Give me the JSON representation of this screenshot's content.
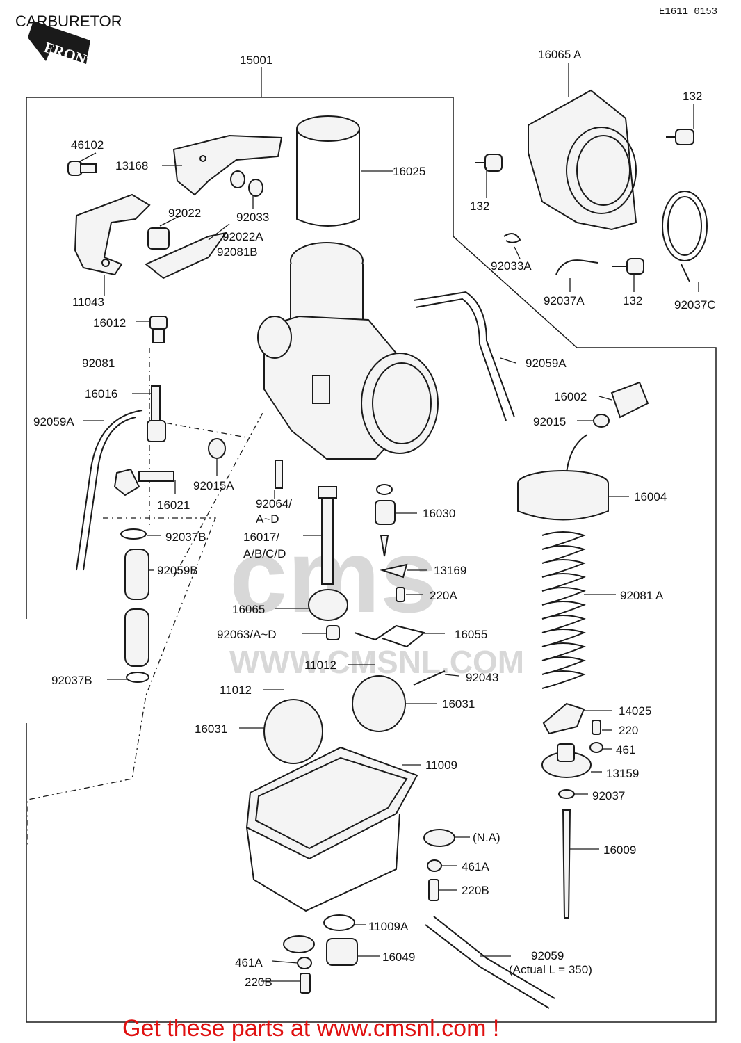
{
  "header": {
    "title": "CARBURETOR",
    "code": "E1611 0153",
    "front": "FRONT"
  },
  "watermark": {
    "brand": "cms",
    "url": "WWW.CMSNL.COM"
  },
  "footer": {
    "promo": "Get these parts at www.cmsnl.com !"
  },
  "labels": [
    {
      "id": "15001",
      "text": "15001"
    },
    {
      "id": "16065A",
      "text": "16065 A"
    },
    {
      "id": "132a",
      "text": "132"
    },
    {
      "id": "46102",
      "text": "46102"
    },
    {
      "id": "13168",
      "text": "13168"
    },
    {
      "id": "16025",
      "text": "16025"
    },
    {
      "id": "132b",
      "text": "132"
    },
    {
      "id": "92022",
      "text": "92022"
    },
    {
      "id": "92033",
      "text": "92033"
    },
    {
      "id": "92022A",
      "text": "92022A"
    },
    {
      "id": "92081B",
      "text": "92081B"
    },
    {
      "id": "92033A",
      "text": "92033A"
    },
    {
      "id": "11043",
      "text": "11043"
    },
    {
      "id": "92037A",
      "text": "92037A"
    },
    {
      "id": "132c",
      "text": "132"
    },
    {
      "id": "92037C",
      "text": "92037C"
    },
    {
      "id": "16012",
      "text": "16012"
    },
    {
      "id": "92081",
      "text": "92081"
    },
    {
      "id": "92059A_r",
      "text": "92059A"
    },
    {
      "id": "16016",
      "text": "16016"
    },
    {
      "id": "16002",
      "text": "16002"
    },
    {
      "id": "92059A_l",
      "text": "92059A"
    },
    {
      "id": "92015",
      "text": "92015"
    },
    {
      "id": "92015A",
      "text": "92015A"
    },
    {
      "id": "16004",
      "text": "16004"
    },
    {
      "id": "16021",
      "text": "16021"
    },
    {
      "id": "92064",
      "text": "92064/"
    },
    {
      "id": "92064b",
      "text": "A~D"
    },
    {
      "id": "16030",
      "text": "16030"
    },
    {
      "id": "92037B_t",
      "text": "92037B"
    },
    {
      "id": "16017",
      "text": "16017/"
    },
    {
      "id": "16017b",
      "text": "A/B/C/D"
    },
    {
      "id": "92059B",
      "text": "92059B"
    },
    {
      "id": "13169",
      "text": "13169"
    },
    {
      "id": "220A",
      "text": "220A"
    },
    {
      "id": "92081A",
      "text": "92081 A"
    },
    {
      "id": "16065",
      "text": "16065"
    },
    {
      "id": "92063",
      "text": "92063/A~D"
    },
    {
      "id": "16055",
      "text": "16055"
    },
    {
      "id": "11012a",
      "text": "11012"
    },
    {
      "id": "92043",
      "text": "92043"
    },
    {
      "id": "92037B_b",
      "text": "92037B"
    },
    {
      "id": "11012b",
      "text": "11012"
    },
    {
      "id": "16031r",
      "text": "16031"
    },
    {
      "id": "14025",
      "text": "14025"
    },
    {
      "id": "16031l",
      "text": "16031"
    },
    {
      "id": "220",
      "text": "220"
    },
    {
      "id": "461",
      "text": "461"
    },
    {
      "id": "11009",
      "text": "11009"
    },
    {
      "id": "13159",
      "text": "13159"
    },
    {
      "id": "92037",
      "text": "92037"
    },
    {
      "id": "NA",
      "text": "(N.A)"
    },
    {
      "id": "16009",
      "text": "16009"
    },
    {
      "id": "461A_r",
      "text": "461A"
    },
    {
      "id": "220B_r",
      "text": "220B"
    },
    {
      "id": "11009A",
      "text": "11009A"
    },
    {
      "id": "92059",
      "text": "92059"
    },
    {
      "id": "16049",
      "text": "16049"
    },
    {
      "id": "actual",
      "text": "(Actual L = 350)"
    },
    {
      "id": "461A_l",
      "text": "461A"
    },
    {
      "id": "220B_l",
      "text": "220B"
    }
  ]
}
